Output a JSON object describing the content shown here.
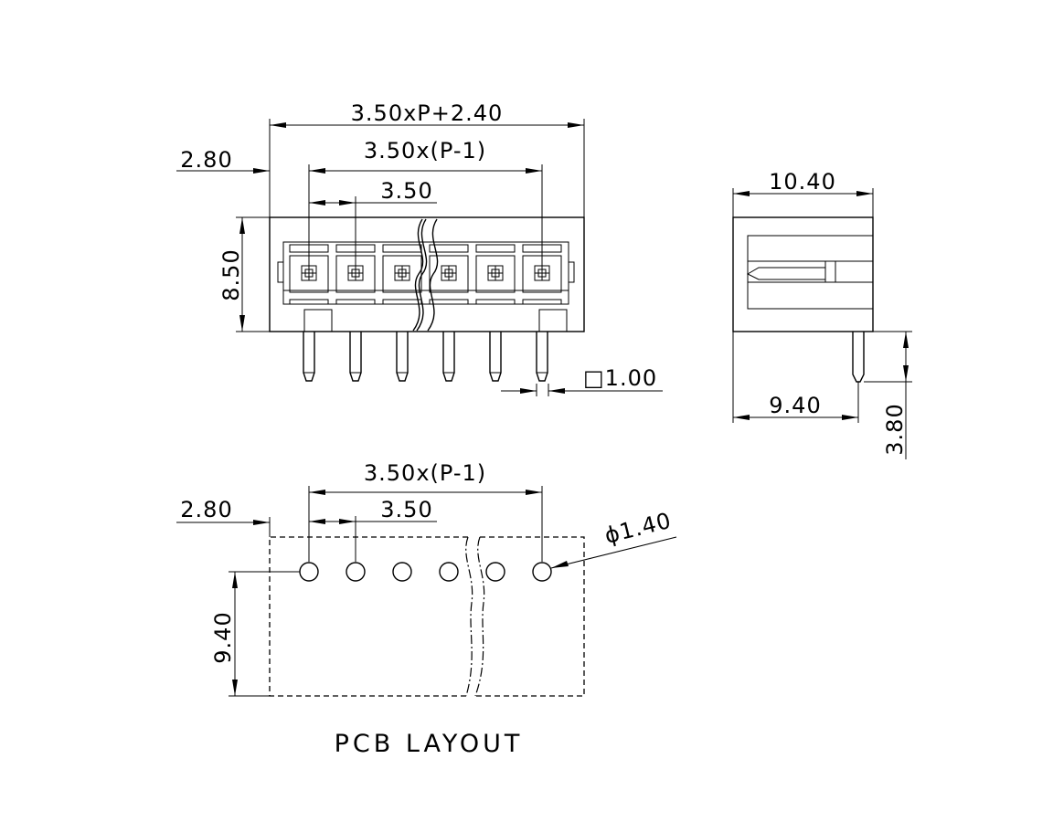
{
  "front_view": {
    "overall_width_label": "3.50xP+2.40",
    "pitch_span_label": "3.50x(P-1)",
    "left_offset_label": "2.80",
    "pitch_label": "3.50",
    "height_label": "8.50",
    "pin_size_label": "□1.00"
  },
  "side_view": {
    "depth_label": "10.40",
    "pin_offset_label": "9.40",
    "pin_length_label": "3.80"
  },
  "pcb_layout": {
    "pitch_span_label": "3.50x(P-1)",
    "left_offset_label": "2.80",
    "pitch_label": "3.50",
    "hole_diameter_label": "ϕ1.40",
    "row_offset_label": "9.40",
    "title": "PCB LAYOUT"
  }
}
